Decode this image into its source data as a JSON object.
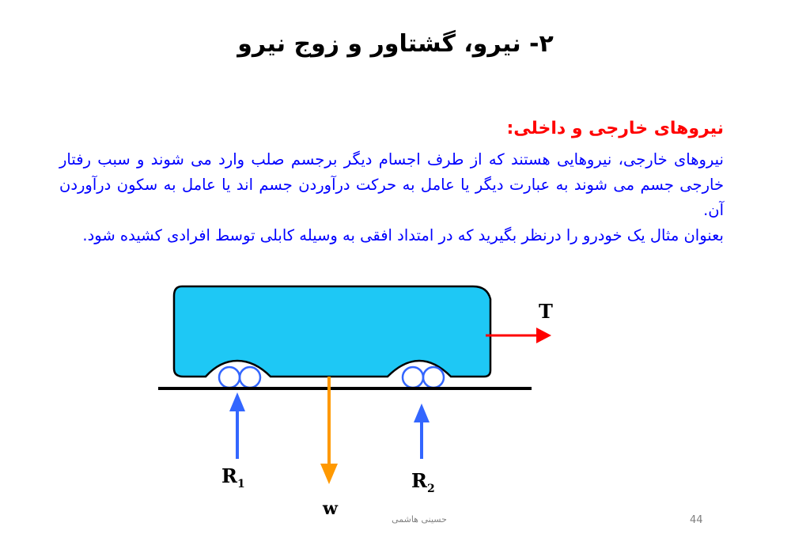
{
  "slide": {
    "title": "۲- نیرو، گشتاور و زوج نیرو",
    "section_heading": "نیروهای خارجی و داخلی:",
    "paragraphs": [
      "نیروهای خارجی، نیروهایی هستند که از طرف اجسام دیگر برجسم صلب وارد می شوند و سبب رفتار خارجی جسم می شوند به عبارت دیگر یا عامل به حرکت درآوردن جسم اند یا عامل به سکون درآوردن آن.",
      "بعنوان مثال یک خودرو را درنظر بگیرید که در امتداد افقی به وسیله کابلی توسط افرادی کشیده شود."
    ]
  },
  "diagram": {
    "labels": {
      "tension": "T",
      "reaction_1": "R",
      "reaction_1_sub": "1",
      "reaction_2": "R",
      "reaction_2_sub": "2",
      "weight": "w"
    },
    "colors": {
      "body": "#1ec8f5",
      "tension_arrow": "#ff0000",
      "reaction_arrow": "#3366ff",
      "weight_arrow": "#ff9900",
      "ground": "#000000"
    }
  },
  "footer": {
    "author": "حسینی هاشمی",
    "page_number": "44"
  }
}
